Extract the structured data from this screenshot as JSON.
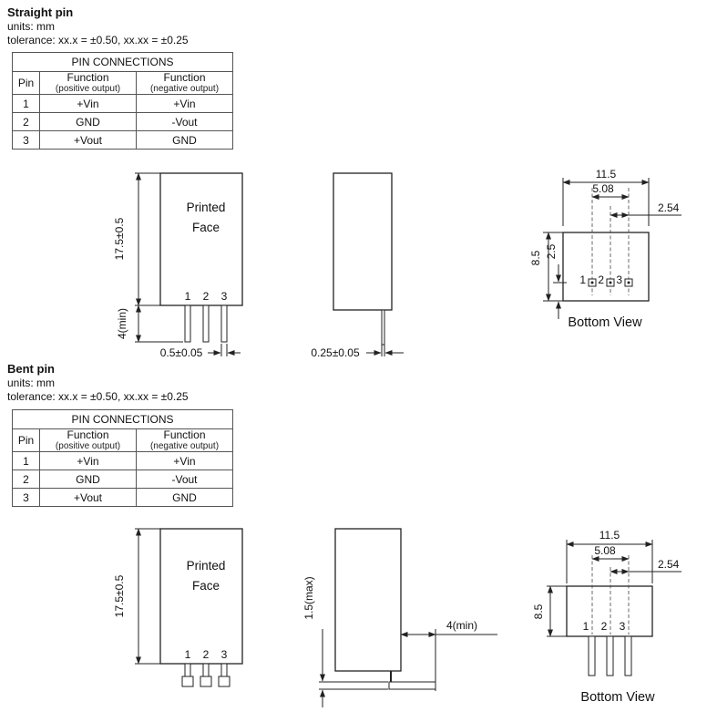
{
  "straight": {
    "title": "Straight pin",
    "units": "units: mm",
    "tolerance": "tolerance: xx.x = ±0.50, xx.xx = ±0.25",
    "table": {
      "header": "PIN CONNECTIONS",
      "col_pin": "Pin",
      "col_positive_line1": "Function",
      "col_positive_line2": "(positive output)",
      "col_negative_line1": "Function",
      "col_negative_line2": "(negative output)",
      "rows": [
        {
          "pin": "1",
          "positive": "+Vin",
          "negative": "+Vin"
        },
        {
          "pin": "2",
          "positive": "GND",
          "negative": "-Vout"
        },
        {
          "pin": "3",
          "positive": "+Vout",
          "negative": "GND"
        }
      ]
    },
    "front_view": {
      "face_label_line1": "Printed",
      "face_label_line2": "Face",
      "body_height": "17.5±0.5",
      "pin_length": "4(min)",
      "pin_width": "0.5±0.05",
      "pins": [
        "1",
        "2",
        "3"
      ]
    },
    "side_view": {
      "pin_thickness": "0.25±0.05"
    },
    "bottom_view": {
      "body_width": "11.5",
      "pin_span": "5.08",
      "pin_pitch": "2.54",
      "body_depth": "8.5",
      "pin_row_offset": "2.5",
      "pins": [
        "1",
        "2",
        "3"
      ],
      "caption": "Bottom View"
    }
  },
  "bent": {
    "title": "Bent pin",
    "units": "units: mm",
    "tolerance": "tolerance: xx.x = ±0.50, xx.xx = ±0.25",
    "table": {
      "header": "PIN CONNECTIONS",
      "col_pin": "Pin",
      "col_positive_line1": "Function",
      "col_positive_line2": "(positive output)",
      "col_negative_line1": "Function",
      "col_negative_line2": "(negative output)",
      "rows": [
        {
          "pin": "1",
          "positive": "+Vin",
          "negative": "+Vin"
        },
        {
          "pin": "2",
          "positive": "GND",
          "negative": "-Vout"
        },
        {
          "pin": "3",
          "positive": "+Vout",
          "negative": "GND"
        }
      ]
    },
    "front_view": {
      "face_label_line1": "Printed",
      "face_label_line2": "Face",
      "body_height": "17.5±0.5",
      "pins": [
        "1",
        "2",
        "3"
      ]
    },
    "side_view": {
      "foot_height": "1.5(max)",
      "foot_length": "4(min)"
    },
    "bottom_view": {
      "body_width": "11.5",
      "pin_span": "5.08",
      "pin_pitch": "2.54",
      "body_depth": "8.5",
      "pins": [
        "1",
        "2",
        "3"
      ],
      "caption": "Bottom View"
    }
  }
}
